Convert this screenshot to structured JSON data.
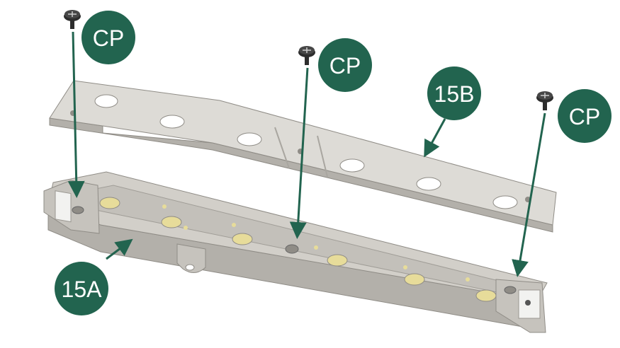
{
  "colors": {
    "callout_fill": "#22644f",
    "callout_text": "#ffffff",
    "arrow": "#22644f",
    "part_light": "#dddbd6",
    "part_mid": "#c9c6c0",
    "part_dark": "#a9a6a0",
    "part_edge": "#8f8c86",
    "hole": "#ffffff",
    "lamp": "#e7dc9a",
    "screw": "#2d2d2d"
  },
  "icons": {
    "screw": "screw-icon",
    "arrow": "arrow-icon"
  },
  "parts": [
    {
      "id": "15B",
      "label": "15B"
    },
    {
      "id": "15A",
      "label": "15A"
    }
  ],
  "callouts": [
    {
      "id": "cp-left",
      "label": "CP"
    },
    {
      "id": "cp-middle",
      "label": "CP"
    },
    {
      "id": "cp-right",
      "label": "CP"
    },
    {
      "id": "part-15b",
      "label": "15B"
    },
    {
      "id": "part-15a",
      "label": "15A"
    }
  ]
}
